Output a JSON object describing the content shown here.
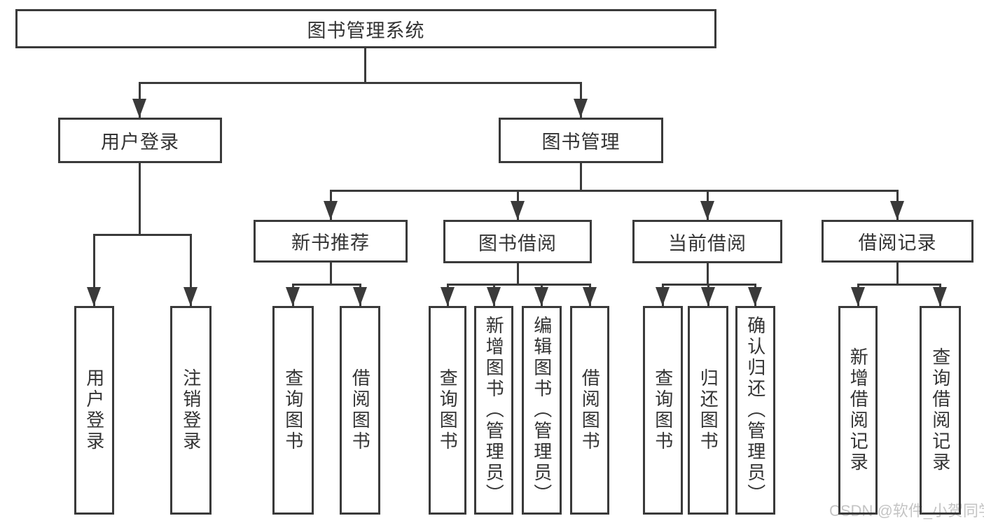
{
  "root": {
    "label": "图书管理系统"
  },
  "branches": {
    "user_login": {
      "label": "用户登录",
      "children": [
        "用户登录",
        "注销登录"
      ]
    },
    "book_mgmt": {
      "label": "图书管理"
    }
  },
  "modules": [
    {
      "label": "新书推荐",
      "children": [
        "查询图书",
        "借阅图书"
      ]
    },
    {
      "label": "图书借阅",
      "children": [
        "查询图书",
        "新增图书（管理员）",
        "编辑图书（管理员）",
        "借阅图书"
      ]
    },
    {
      "label": "当前借阅",
      "children": [
        "查询图书",
        "归还图书",
        "确认归还（管理员）"
      ]
    },
    {
      "label": "借阅记录",
      "children": [
        "新增借阅记录",
        "查询借阅记录"
      ]
    }
  ],
  "watermark": "CSDN @软件_小贺同学",
  "colors": {
    "line": "#3a3a3a",
    "text": "#333333",
    "watermark": "#c4c4c4"
  }
}
